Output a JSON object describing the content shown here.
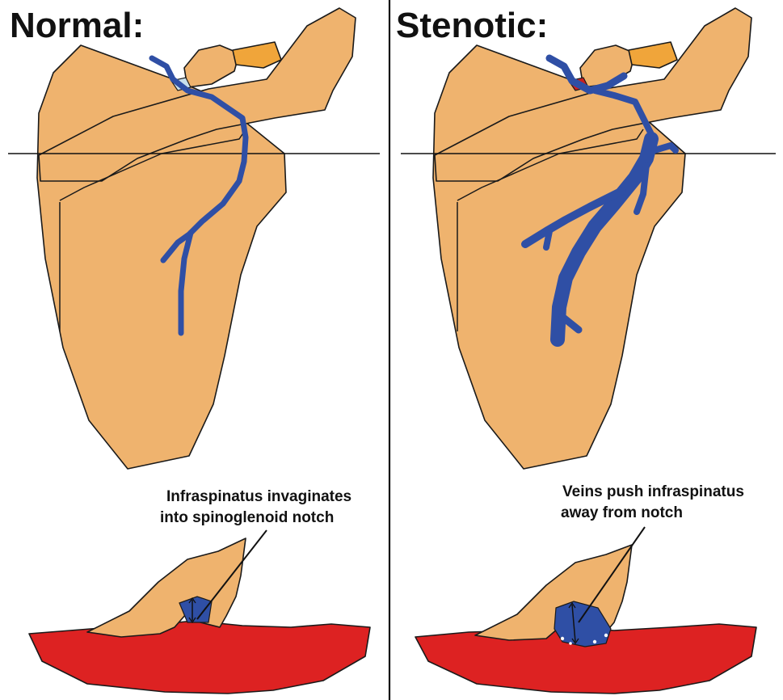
{
  "panels": {
    "normal": {
      "title": "Normal:",
      "note_line1": "Infraspinatus invaginates",
      "note_line2": "into spinoglenoid notch"
    },
    "stenotic": {
      "title": "Stenotic:",
      "note_line1": "Veins push infraspinatus",
      "note_line2": "away from notch"
    }
  },
  "colors": {
    "bone": "#efb36e",
    "vein": "#2f4fa5",
    "muscle": "#dd2222",
    "normal_notch_fill": "#c8e0ec",
    "stenotic_notch_fill": "#cc1f1f"
  }
}
